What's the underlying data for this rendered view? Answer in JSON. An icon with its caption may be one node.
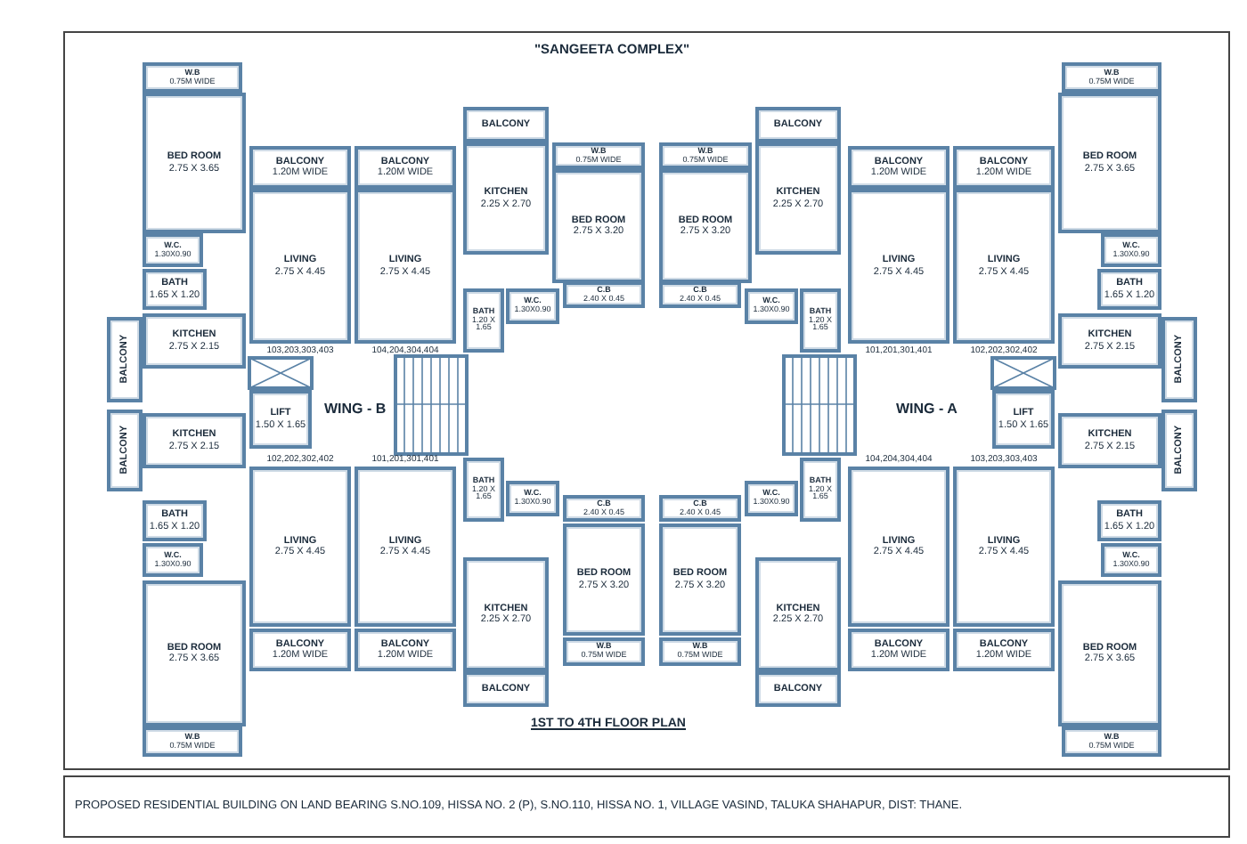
{
  "diagram": {
    "title": "\"SANGEETA COMPLEX\"",
    "caption": "PROPOSED RESIDENTIAL BUILDING ON LAND BEARING S.NO.109, HISSA NO. 2 (P), S.NO.110, HISSA NO. 1, VILLAGE VASIND, TALUKA SHAHAPUR, DIST: THANE.",
    "nodes": [
      {
        "text": [
          "W.B",
          "0.75M WIDE"
        ]
      },
      {
        "text": [
          "BED ROOM",
          "2.75 X 3.65"
        ]
      },
      {
        "text": [
          "BALCONY",
          "1.20M WIDE"
        ]
      },
      {
        "text": [
          "LIVING",
          "2.75 X 4.45"
        ],
        "beside": [
          "103,203,303,403"
        ]
      },
      {
        "text": [
          "BALCONY",
          "1.20M WIDE"
        ]
      },
      {
        "text": [
          "LIVING",
          "2.75 X 4.45"
        ],
        "beside": [
          "104,204,304,404"
        ]
      },
      {
        "text": [
          "BALCONY"
        ]
      },
      {
        "text": [
          "KITCHEN",
          "2.25 X 2.70"
        ]
      },
      {
        "text": [
          "W.B",
          "0.75M WIDE"
        ]
      },
      {
        "text": [
          "BED ROOM",
          "2.75 X 3.20"
        ]
      },
      {
        "text": [
          "W.C.",
          "1.30X0.90"
        ]
      },
      {
        "text": [
          "BATH",
          "1.65 X 1.20"
        ]
      },
      {
        "text": [
          "BATH",
          "1.20 X 1.65"
        ]
      },
      {
        "text": [
          "W.C.",
          "1.30X0.90"
        ]
      },
      {
        "text": [
          "C.B",
          "2.40 X 0.45"
        ]
      },
      {
        "text": [
          "BALCONY"
        ]
      },
      {
        "text": [
          "KITCHEN",
          "2.75 X 2.15"
        ]
      },
      {
        "text": [
          "LIFT",
          "1.50 X 1.65"
        ]
      },
      {
        "text": [
          "BALCONY"
        ]
      },
      {
        "text": [
          "KITCHEN",
          "2.75 X 2.15"
        ]
      },
      {
        "text": [
          "BATH",
          "1.65 X 1.20"
        ]
      },
      {
        "text": [
          "W.C.",
          "1.30X0.90"
        ]
      },
      {
        "text": [
          "LIVING",
          "2.75 X 4.45"
        ],
        "beside": [
          "102,202,302,402"
        ]
      },
      {
        "text": [
          "LIVING",
          "2.75 X 4.45"
        ],
        "beside": [
          "101,201,301,401"
        ]
      },
      {
        "text": [
          "BATH",
          "1.20 X 1.65"
        ]
      },
      {
        "text": [
          "W.C.",
          "1.30X0.90"
        ]
      },
      {
        "text": [
          "C.B",
          "2.40 X 0.45"
        ]
      },
      {
        "text": [
          "BED ROOM",
          "2.75 X 3.20"
        ]
      },
      {
        "text": [
          "KITCHEN",
          "2.25 X 2.70"
        ]
      },
      {
        "text": [
          "W.B",
          "0.75M WIDE"
        ]
      },
      {
        "text": [
          "BED ROOM",
          "2.75 X 3.65"
        ]
      },
      {
        "text": [
          "BALCONY",
          "1.20M WIDE"
        ]
      },
      {
        "text": [
          "BALCONY",
          "1.20M WIDE"
        ]
      },
      {
        "text": [
          "BALCONY"
        ]
      },
      {
        "text": [
          "W.B",
          "0.75M WIDE"
        ]
      },
      {
        "text": [
          "W.B",
          "0.75M WIDE"
        ]
      },
      {
        "text": [
          "BED ROOM",
          "2.75 X 3.65"
        ]
      },
      {
        "text": [
          "BALCONY",
          "1.20M WIDE"
        ]
      },
      {
        "text": [
          "LIVING",
          "2.75 X 4.45"
        ],
        "beside": [
          "102,202,302,402"
        ]
      },
      {
        "text": [
          "BALCONY",
          "1.20M WIDE"
        ]
      },
      {
        "text": [
          "LIVING",
          "2.75 X 4.45"
        ],
        "beside": [
          "101,201,301,401"
        ]
      },
      {
        "text": [
          "BALCONY"
        ]
      },
      {
        "text": [
          "KITCHEN",
          "2.25 X 2.70"
        ]
      },
      {
        "text": [
          "W.B",
          "0.75M WIDE"
        ]
      },
      {
        "text": [
          "BED ROOM",
          "2.75 X 3.20"
        ]
      },
      {
        "text": [
          "W.C.",
          "1.30X0.90"
        ]
      },
      {
        "text": [
          "BATH",
          "1.65 X 1.20"
        ]
      },
      {
        "text": [
          "BATH",
          "1.20 X 1.65"
        ]
      },
      {
        "text": [
          "W.C.",
          "1.30X0.90"
        ]
      },
      {
        "text": [
          "C.B",
          "2.40 X 0.45"
        ]
      },
      {
        "text": [
          "BALCONY"
        ]
      },
      {
        "text": [
          "KITCHEN",
          "2.75 X 2.15"
        ]
      },
      {
        "text": [
          "LIFT",
          "1.50 X 1.65"
        ]
      },
      {
        "text": [
          "BALCONY"
        ]
      },
      {
        "text": [
          "KITCHEN",
          "2.75 X 2.15"
        ]
      },
      {
        "text": [
          "BATH",
          "1.65 X 1.20"
        ]
      },
      {
        "text": [
          "W.C.",
          "1.30X0.90"
        ]
      },
      {
        "text": [
          "LIVING",
          "2.75 X 4.45"
        ],
        "beside": [
          "103,203,303,403"
        ]
      },
      {
        "text": [
          "LIVING",
          "2.75 X 4.45"
        ],
        "beside": [
          "104,204,304,404"
        ]
      },
      {
        "text": [
          "BATH",
          "1.20 X 1.65"
        ]
      },
      {
        "text": [
          "W.C.",
          "1.30X0.90"
        ]
      },
      {
        "text": [
          "C.B",
          "2.40 X 0.45"
        ]
      },
      {
        "text": [
          "BED ROOM",
          "2.75 X 3.20"
        ]
      },
      {
        "text": [
          "KITCHEN",
          "2.25 X 2.70"
        ]
      },
      {
        "text": [
          "W.B",
          "0.75M WIDE"
        ]
      },
      {
        "text": [
          "BED ROOM",
          "2.75 X 3.65"
        ]
      },
      {
        "text": [
          "BALCONY",
          "1.20M WIDE"
        ]
      },
      {
        "text": [
          "BALCONY",
          "1.20M WIDE"
        ]
      },
      {
        "text": [
          "BALCONY"
        ]
      },
      {
        "text": [
          "W.B",
          "0.75M WIDE"
        ]
      }
    ],
    "labels": [
      "WING - B",
      "WING - A",
      "1ST TO 4TH FLOOR PLAN"
    ]
  }
}
